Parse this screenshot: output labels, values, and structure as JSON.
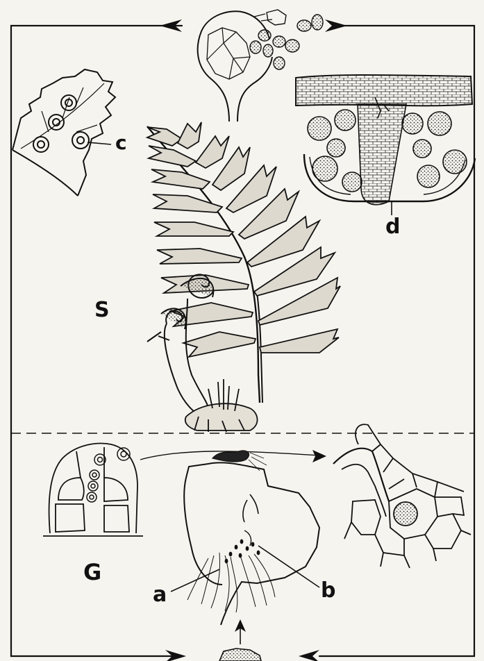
{
  "labels": {
    "c": "c",
    "d": "d",
    "S": "S",
    "G": "G",
    "a": "a",
    "b": "b"
  },
  "colors": {
    "ink": "#111111",
    "paper": "#f6f4ee",
    "stipple": "#2a2a2a"
  },
  "icons": {
    "arrowhead": "solid-arrowhead",
    "divider": "dashed-line"
  }
}
